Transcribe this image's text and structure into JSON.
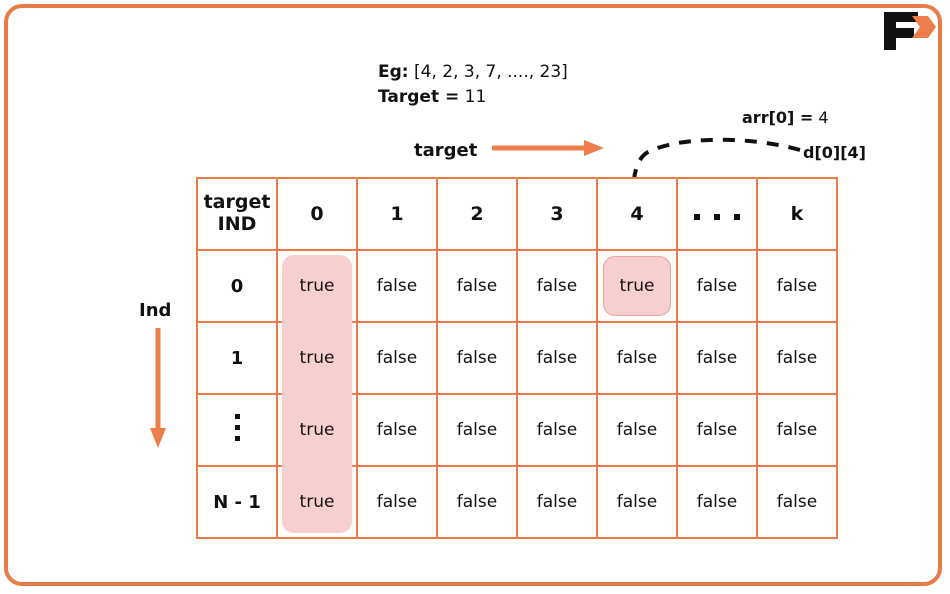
{
  "frame": {
    "accent_color": "#E87B48",
    "highlight_color": "#F7CFCF",
    "text_color": "#111111"
  },
  "logo": {
    "name": "f-arrow-logo",
    "letter": "F"
  },
  "example": {
    "eg_label": "Eg:",
    "eg_value": "[4, 2, 3, 7, ...., 23]",
    "target_label": "Target =",
    "target_value": "11"
  },
  "annotations": {
    "arr_label": "arr[0] =",
    "arr_value": "4",
    "d_cell_label": "d[0][4]",
    "target_axis_label": "target",
    "ind_axis_label": "Ind"
  },
  "table": {
    "corner_label_line1": "target",
    "corner_label_line2": "IND",
    "columns": [
      "0",
      "1",
      "2",
      "3",
      "4",
      "...",
      "k"
    ],
    "row_labels": [
      "0",
      "1",
      "⋮",
      "N - 1"
    ],
    "rows": [
      {
        "label": "0",
        "cells": [
          "true",
          "false",
          "false",
          "false",
          "true",
          "false",
          "false"
        ]
      },
      {
        "label": "1",
        "cells": [
          "true",
          "false",
          "false",
          "false",
          "false",
          "false",
          "false"
        ]
      },
      {
        "label": "⋮",
        "cells": [
          "true",
          "false",
          "false",
          "false",
          "false",
          "false",
          "false"
        ]
      },
      {
        "label": "N - 1",
        "cells": [
          "true",
          "false",
          "false",
          "false",
          "false",
          "false",
          "false"
        ]
      }
    ]
  }
}
